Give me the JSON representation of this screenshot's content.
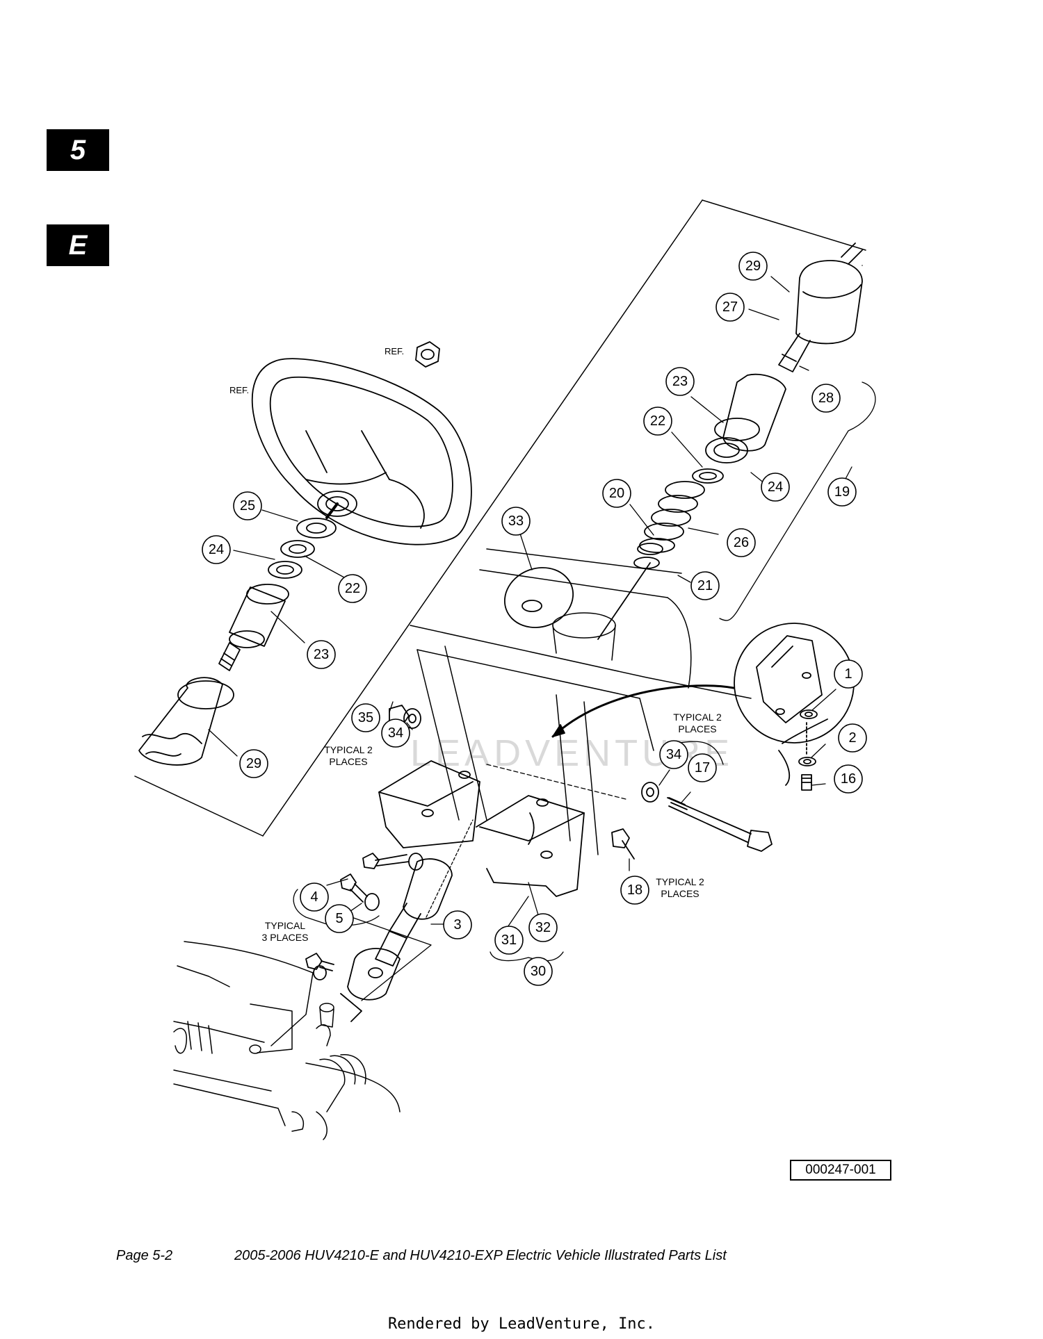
{
  "section_tabs": [
    "5",
    "E"
  ],
  "reference_labels": [
    "REF.",
    "REF."
  ],
  "watermark": "LEADVENTURE",
  "callouts": [
    {
      "id": "c29a",
      "text": "29"
    },
    {
      "id": "c27",
      "text": "27"
    },
    {
      "id": "c28",
      "text": "28"
    },
    {
      "id": "c23a",
      "text": "23"
    },
    {
      "id": "c22a",
      "text": "22"
    },
    {
      "id": "c24a",
      "text": "24"
    },
    {
      "id": "c19",
      "text": "19"
    },
    {
      "id": "c20",
      "text": "20"
    },
    {
      "id": "c26",
      "text": "26"
    },
    {
      "id": "c21",
      "text": "21"
    },
    {
      "id": "c33",
      "text": "33"
    },
    {
      "id": "c25",
      "text": "25"
    },
    {
      "id": "c24b",
      "text": "24"
    },
    {
      "id": "c22b",
      "text": "22"
    },
    {
      "id": "c23b",
      "text": "23"
    },
    {
      "id": "c29b",
      "text": "29"
    },
    {
      "id": "c1",
      "text": "1"
    },
    {
      "id": "c2",
      "text": "2"
    },
    {
      "id": "c16",
      "text": "16"
    },
    {
      "id": "c35",
      "text": "35"
    },
    {
      "id": "c34a",
      "text": "34"
    },
    {
      "id": "c34b",
      "text": "34"
    },
    {
      "id": "c17",
      "text": "17"
    },
    {
      "id": "c18",
      "text": "18"
    },
    {
      "id": "c4",
      "text": "4"
    },
    {
      "id": "c5",
      "text": "5"
    },
    {
      "id": "c3",
      "text": "3"
    },
    {
      "id": "c31",
      "text": "31"
    },
    {
      "id": "c32",
      "text": "32"
    },
    {
      "id": "c30",
      "text": "30"
    }
  ],
  "notes": {
    "typical2_a": [
      "TYPICAL 2",
      "PLACES"
    ],
    "typical2_b": [
      "TYPICAL 2",
      "PLACES"
    ],
    "typical2_c": [
      "TYPICAL 2",
      "PLACES"
    ],
    "typical3": [
      "TYPICAL",
      "3 PLACES"
    ]
  },
  "figure_number": "000247-001",
  "footer": {
    "page": "Page 5-2",
    "title": "2005-2006 HUV4210-E and HUV4210-EXP Electric Vehicle Illustrated Parts List"
  },
  "rendered_by": "Rendered by LeadVenture, Inc."
}
